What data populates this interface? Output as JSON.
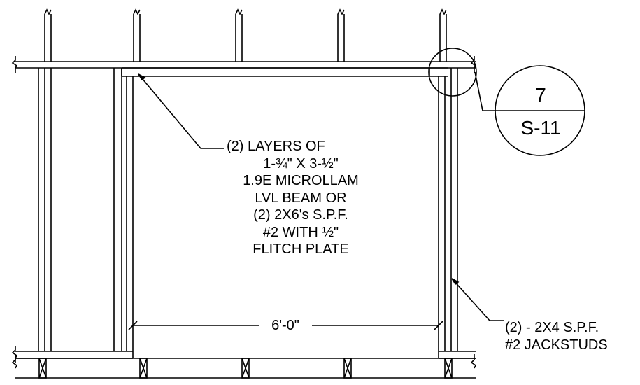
{
  "beam_note": {
    "lines": [
      "(2) LAYERS OF",
      "1-¾\" X 3-½\"",
      "1.9E MICROLLAM",
      "LVL BEAM OR",
      "(2) 2X6's S.P.F.",
      "#2 WITH ½\"",
      "FLITCH PLATE"
    ]
  },
  "jackstud_note": {
    "lines": [
      "(2) - 2X4 S.P.F.",
      "#2 JACKSTUDS"
    ]
  },
  "dimension": {
    "opening_width": "6'-0\""
  },
  "detail_callout": {
    "detail_number": "7",
    "sheet": "S-11"
  }
}
